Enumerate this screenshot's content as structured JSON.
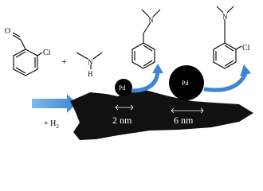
{
  "labels": {
    "o": "O",
    "cl_reactant": "Cl",
    "plus_amine": "+",
    "n_amine": "N",
    "h_amine": "H",
    "h2": "+ H",
    "h2_sub": "2",
    "cl_product": "Cl",
    "n_product1": "N",
    "n_product2": "N",
    "pd_small": "Pd",
    "pd_large": "Pd",
    "size_small": "2 nm",
    "size_large": "6 nm"
  },
  "colors": {
    "bond": "#000000",
    "support": "#111111",
    "nanoparticle": "#000000",
    "arrow": "#3d86cf",
    "arrow_light": "#6aaee6",
    "nm_text": "#ffffff"
  }
}
